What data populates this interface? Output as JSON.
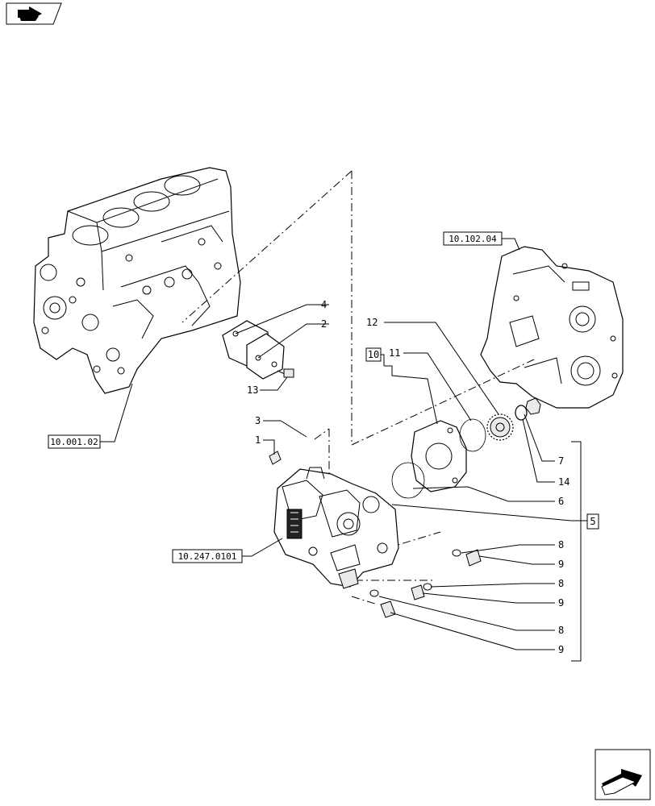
{
  "diagram": {
    "refs": {
      "engine_block": "10.001.02",
      "timing_cover": "10.102.04",
      "pump": "10.247.0101"
    },
    "boxed_items": {
      "item10": "10",
      "item5": "5"
    },
    "callouts": {
      "c1": "1",
      "c2": "2",
      "c3": "3",
      "c4": "4",
      "c6": "6",
      "c7": "7",
      "c8a": "8",
      "c8b": "8",
      "c8c": "8",
      "c9a": "9",
      "c9b": "9",
      "c9c": "9",
      "c11": "11",
      "c12": "12",
      "c13": "13",
      "c14": "14"
    },
    "icons": {
      "top_left": "book-arrow-icon",
      "bottom_right": "next-page-arrow-icon"
    }
  }
}
